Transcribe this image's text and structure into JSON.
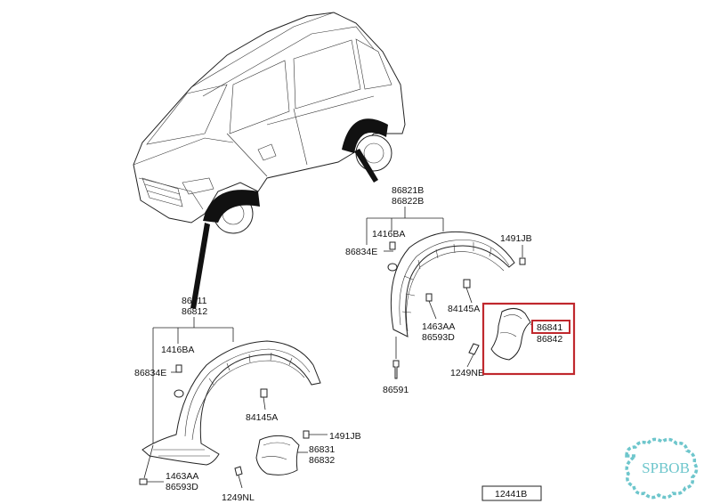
{
  "rear_group": {
    "top_label_1": "86821B",
    "top_label_2": "86822B",
    "clip_label": "1416BA",
    "washer_label": "86834E",
    "bolt_label": "86591",
    "nut_label": "84145A",
    "fastener_label_1": "1463AA",
    "fastener_label_2": "86593D",
    "screw_top_label": "1491JB",
    "screw_label": "1249NE"
  },
  "highlight": {
    "mudguard_label_1": "86841",
    "mudguard_label_2": "86842",
    "color": "#c0282d"
  },
  "front_group": {
    "top_label_1": "86811",
    "top_label_2": "86812",
    "clip_label": "1416BA",
    "washer_label": "86834E",
    "nut_label": "84145A",
    "screw_top_label": "1491JB",
    "mudguard_label_1": "86831",
    "mudguard_label_2": "86832",
    "fastener_label_1": "1463AA",
    "fastener_label_2": "86593D",
    "screw_label": "1249NL"
  },
  "reference_code": "12441B",
  "watermark": {
    "text": "SPBOB",
    "color": "#6ec6cc"
  }
}
